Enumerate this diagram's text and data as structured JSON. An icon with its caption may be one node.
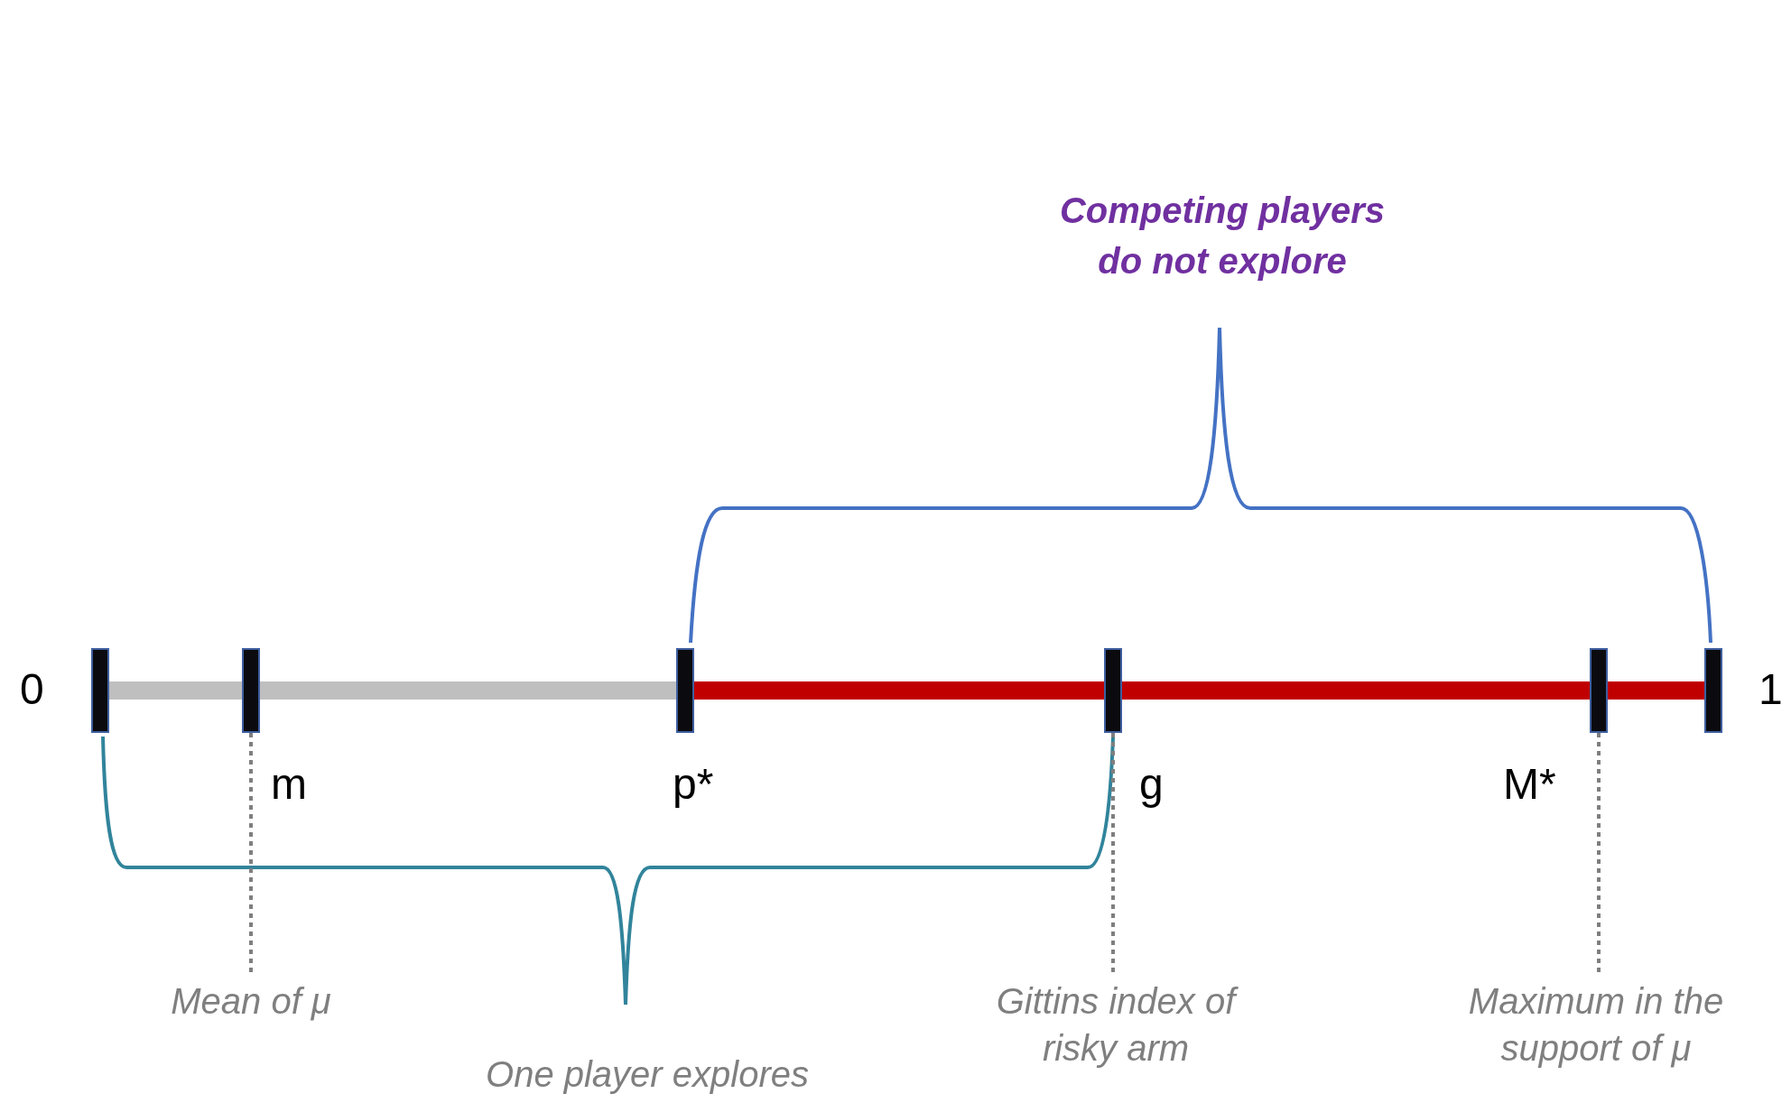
{
  "diagram": {
    "nodes": [
      {
        "text": [],
        "shape": "bar",
        "beside": [
          "0"
        ]
      },
      {
        "text": [],
        "shape": "bar",
        "beside": [
          "m"
        ]
      },
      {
        "text": [],
        "shape": "bar",
        "beside": [
          "p*"
        ]
      },
      {
        "text": [],
        "shape": "bar",
        "beside": [
          "g"
        ]
      },
      {
        "text": [],
        "shape": "bar",
        "beside": [
          "M*"
        ]
      },
      {
        "text": [],
        "shape": "bar",
        "beside": [
          "1"
        ]
      },
      {
        "text": [
          "Mean of μ"
        ]
      },
      {
        "text": [
          "Gittins index of risky arm"
        ]
      },
      {
        "text": [
          "Maximum in the support of μ"
        ]
      }
    ],
    "edges": [
      {
        "from": 0,
        "to": 2,
        "arrow": "none",
        "style": "thick",
        "color": "#bfbfbf"
      },
      {
        "from": 2,
        "to": 5,
        "arrow": "none",
        "style": "thick",
        "color": "#c00000"
      },
      {
        "from": 6,
        "to": 1,
        "arrow": "none",
        "style": "dashed"
      },
      {
        "from": 7,
        "to": 3,
        "arrow": "none",
        "style": "dashed"
      },
      {
        "from": 8,
        "to": 4,
        "arrow": "none",
        "style": "dashed"
      }
    ],
    "labels": [
      "Competing players do not explore",
      "One player explores"
    ]
  }
}
